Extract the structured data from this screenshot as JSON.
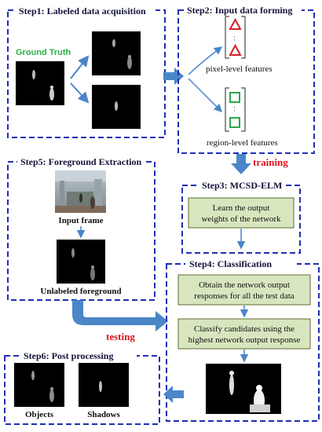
{
  "colors": {
    "dash_border": "#1f2fb5",
    "arrow_blue": "#4a86c8",
    "green_box_fill": "#d8e6bf",
    "green_box_border": "#5b6e2e",
    "red_text": "#e1131b",
    "green_text": "#2bb14a",
    "triangle_red": "#d61f26",
    "square_green": "#2aa84a"
  },
  "step1": {
    "title": "Step1: Labeled data acquisition",
    "ground_truth_label": "Ground Truth"
  },
  "step2": {
    "title": "Step2: Input data forming",
    "pixel_caption": "pixel-level features",
    "region_caption": "region-level features"
  },
  "training_label": "training",
  "step3": {
    "title": "Step3: MCSD-ELM",
    "box_line1": "Learn the output",
    "box_line2": "weights of the network"
  },
  "step5": {
    "title": "Step5: Foreground Extraction",
    "input_frame_caption": "Input frame",
    "unlabeled_caption": "Unlabeled foreground"
  },
  "testing_label": "testing",
  "step4": {
    "title": "Step4: Classification",
    "box1_line1": "Obtain the network output",
    "box1_line2": "responses for all the test data",
    "box2_line1": "Classify candidates using the",
    "box2_line2": "highest network output response"
  },
  "step6": {
    "title": "Step6: Post processing",
    "objects_caption": "Objects",
    "shadows_caption": "Shadows"
  }
}
